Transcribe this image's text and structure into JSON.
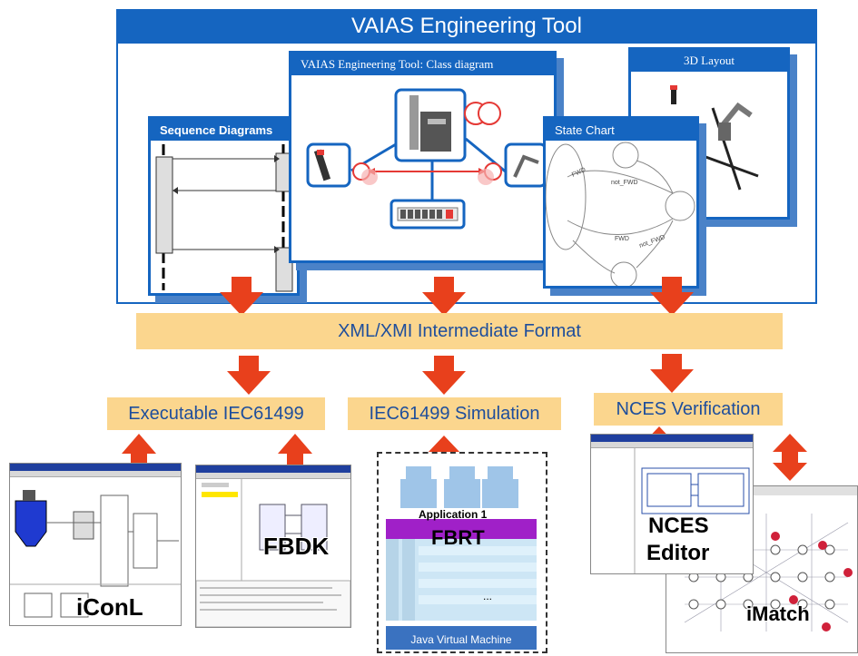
{
  "tool": {
    "title": "VAIAS Engineering Tool"
  },
  "windows": {
    "class_diagram": "VAIAS Engineering Tool: Class diagram",
    "layout_3d": "3D Layout",
    "state_chart": "State Chart",
    "sequence": "Sequence Diagrams"
  },
  "state_chart_labels": {
    "fwd": "FWD",
    "not_fwd": "not_FWD"
  },
  "xml_format": "XML/XMI Intermediate Format",
  "targets": {
    "executable": "Executable IEC61499",
    "simulation": "IEC61499 Simulation",
    "verification": "NCES Verification"
  },
  "tools": {
    "iconl": "iConL",
    "fbdk": "FBDK",
    "fbrt": "FBRT",
    "application": "Application 1",
    "jvm": "Java Virtual Machine",
    "ellipsis": "...",
    "nces_line1": "NCES",
    "nces_line2": "Editor",
    "imatch": "iMatch"
  },
  "colors": {
    "blue": "#1565c0",
    "arrow": "#e8401c",
    "band": "#fbd68e",
    "band_text": "#1e4e9c",
    "fbrt_purple": "#a020c8"
  }
}
